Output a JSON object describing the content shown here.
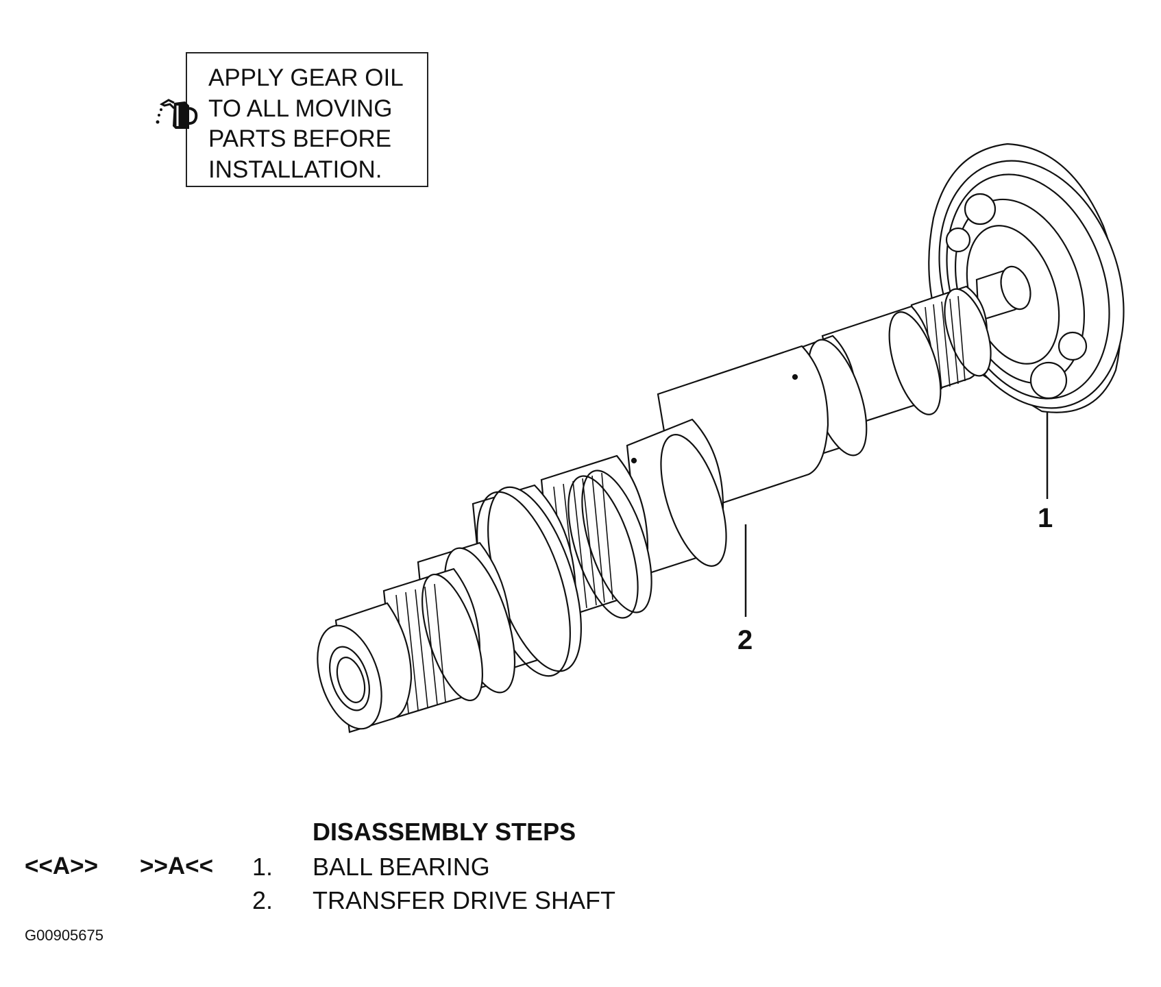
{
  "note": {
    "lines": [
      "APPLY GEAR OIL",
      "TO ALL MOVING",
      "PARTS BEFORE",
      "INSTALLATION."
    ],
    "icon": "oil-can-icon"
  },
  "callouts": {
    "item1": "1",
    "item2": "2"
  },
  "steps": {
    "title": "DISASSEMBLY STEPS",
    "tag_removal": "<<A>>",
    "tag_install": ">>A<<",
    "items": [
      {
        "number": "1.",
        "label": "BALL BEARING"
      },
      {
        "number": "2.",
        "label": "TRANSFER DRIVE SHAFT"
      }
    ]
  },
  "figure_id": "G00905675"
}
